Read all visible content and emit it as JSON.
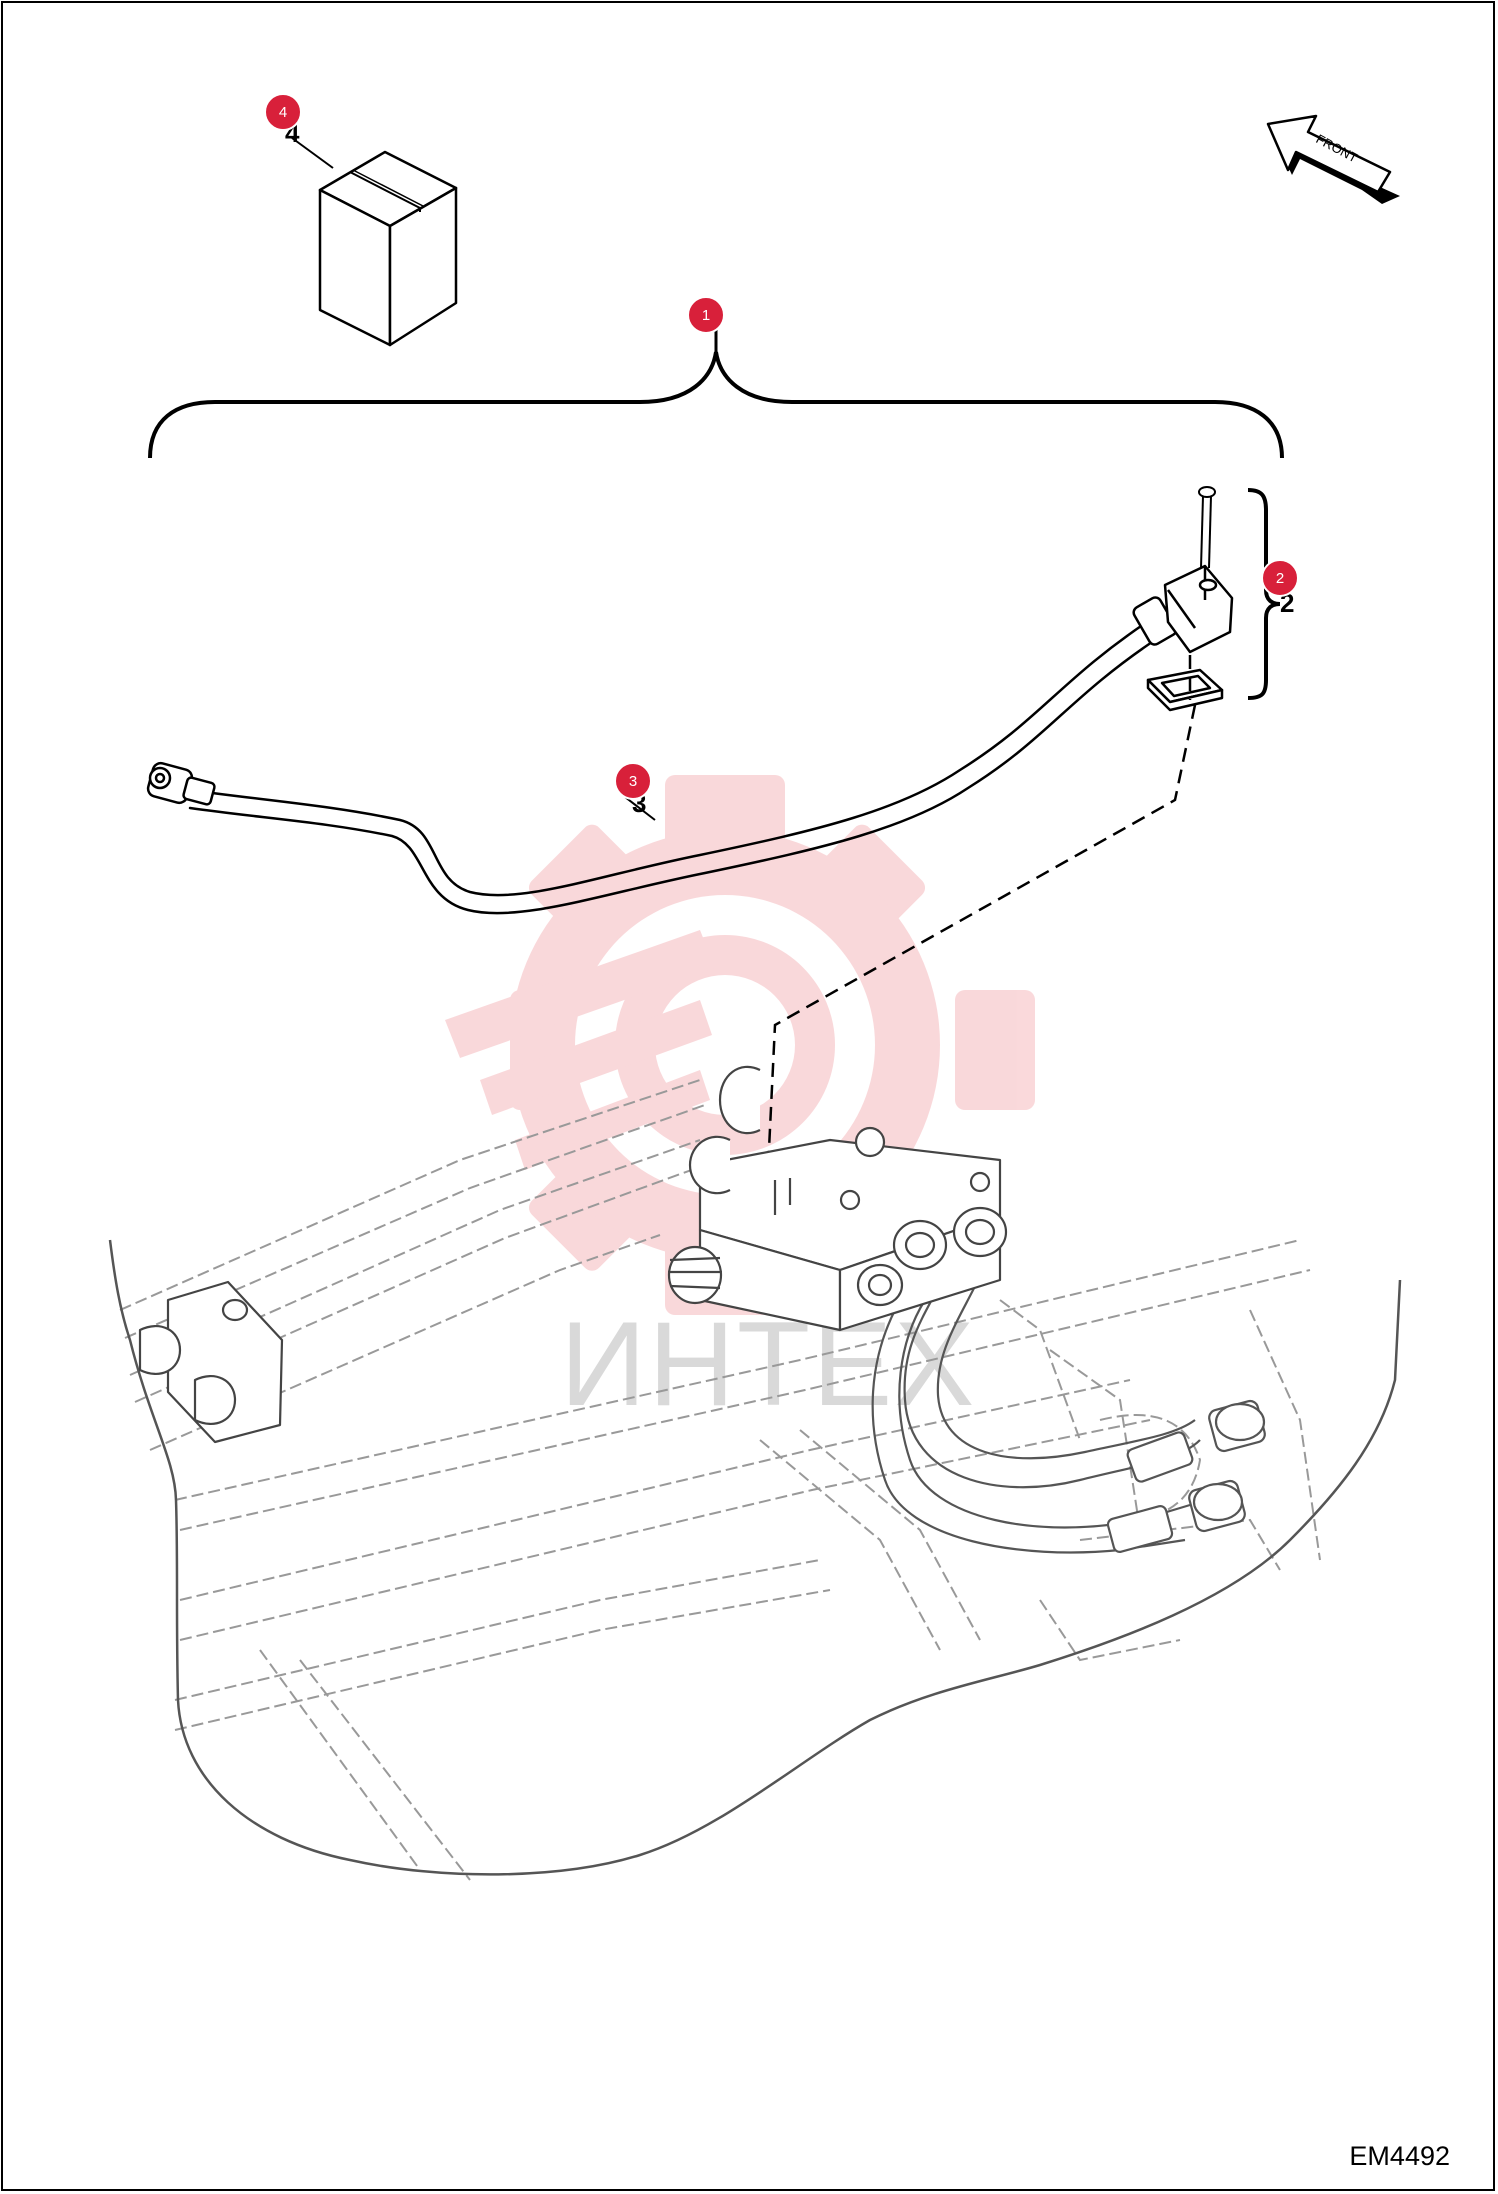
{
  "orientation": {
    "label": "FRONT"
  },
  "drawing_id": "EM4492",
  "watermark": {
    "text": "ИНТЕХ",
    "color": "#e8505b"
  },
  "callouts": [
    {
      "number": "1"
    },
    {
      "number": "2"
    },
    {
      "number": "3"
    },
    {
      "number": "4"
    }
  ],
  "callout_color": "#d8203a",
  "line_color": "#000000",
  "ghost_color": "#888888"
}
